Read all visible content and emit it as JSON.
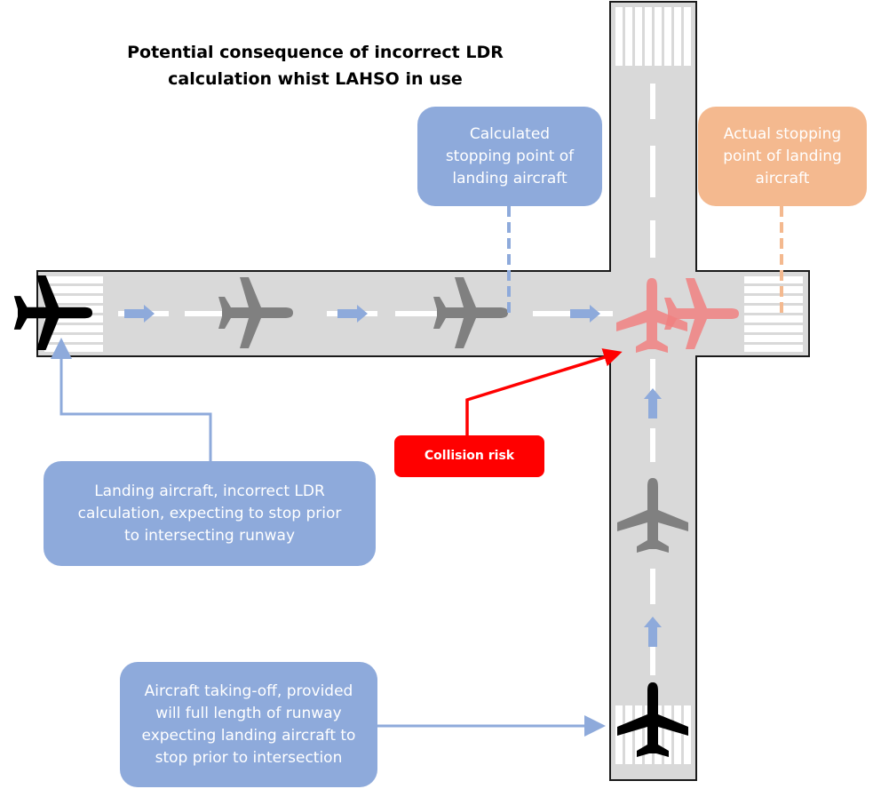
{
  "title": {
    "line1": "Potential consequence of incorrect LDR",
    "line2": "calculation whist LAHSO in use"
  },
  "callouts": {
    "calculated_stop": {
      "lines": [
        "Calculated",
        "stopping point of",
        "landing aircraft"
      ]
    },
    "actual_stop": {
      "lines": [
        "Actual stopping",
        "point of landing",
        "aircraft"
      ]
    },
    "collision": {
      "label": "Collision risk"
    },
    "landing_aircraft": {
      "lines": [
        "Landing aircraft, incorrect LDR",
        "calculation, expecting to stop prior",
        "to intersecting runway"
      ]
    },
    "takeoff_aircraft": {
      "lines": [
        "Aircraft taking-off, provided",
        "will full length of runway",
        "expecting landing aircraft to",
        "stop prior to intersection"
      ]
    }
  },
  "colors": {
    "runway": "#d9d9d9",
    "runway_edge": "#1a1a1a",
    "marking": "#ffffff",
    "callout_blue": "#8eaadb",
    "callout_orange": "#f4b98f",
    "collision_red": "#ff0000",
    "aircraft_black": "#000000",
    "aircraft_ghost": "#808080",
    "aircraft_conflict": "#f08080"
  },
  "icons": {
    "aircraft": "airplane-icon",
    "direction": "arrow-icon"
  }
}
